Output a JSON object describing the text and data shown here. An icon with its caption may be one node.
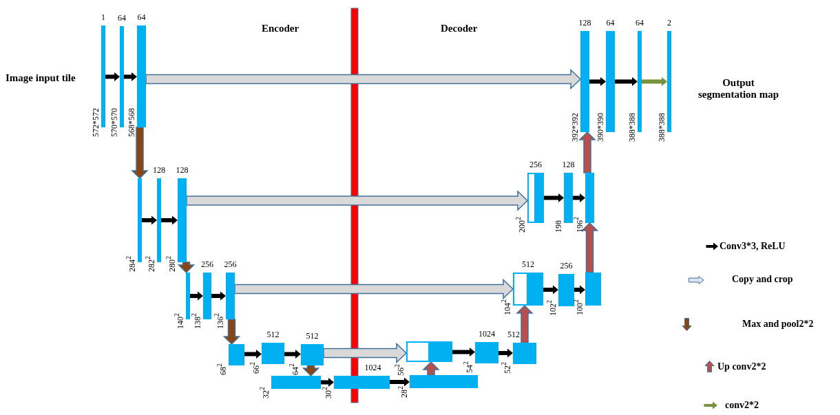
{
  "diagram": {
    "nodes": [
      {
        "text": [],
        "shape": "bar",
        "beside": [
          "1",
          "572*572"
        ]
      },
      {
        "text": [],
        "shape": "bar",
        "beside": [
          "64",
          "570*570"
        ]
      },
      {
        "text": [],
        "shape": "bar",
        "beside": [
          "64",
          "568*568"
        ]
      },
      {
        "text": [],
        "shape": "bar",
        "beside": [
          "128",
          "392*392"
        ]
      },
      {
        "text": [],
        "shape": "bar",
        "beside": [
          "64",
          "390*390"
        ]
      },
      {
        "text": [],
        "shape": "bar",
        "beside": [
          "64",
          "388*388"
        ]
      },
      {
        "text": [],
        "shape": "bar",
        "beside": [
          "2",
          "388*388"
        ]
      },
      {
        "text": [],
        "shape": "bar",
        "beside": [
          "284$^{2}$"
        ]
      },
      {
        "text": [],
        "shape": "bar",
        "beside": [
          "128",
          "282$^{2}$"
        ]
      },
      {
        "text": [],
        "shape": "bar",
        "beside": [
          "128",
          "280$^{2}$"
        ]
      },
      {
        "text": [],
        "shape": "bar",
        "beside": [
          "256",
          "200$^{2}$"
        ]
      },
      {
        "text": [],
        "shape": "bar",
        "beside": [
          "128",
          "198"
        ]
      },
      {
        "text": [],
        "shape": "bar",
        "beside": [
          "196$^{2}$"
        ]
      },
      {
        "text": [],
        "shape": "bar",
        "beside": [
          "140$^{2}$"
        ]
      },
      {
        "text": [],
        "shape": "bar",
        "beside": [
          "256",
          "138$^{2}$"
        ]
      },
      {
        "text": [],
        "shape": "bar",
        "beside": [
          "256",
          "136$^{2}$"
        ]
      },
      {
        "text": [],
        "shape": "bar",
        "beside": [
          "512",
          "104$^{2}$"
        ]
      },
      {
        "text": [],
        "shape": "bar",
        "beside": [
          "256",
          "102$^{2}$"
        ]
      },
      {
        "text": [],
        "shape": "bar",
        "beside": [
          "100$^{2}$"
        ]
      },
      {
        "text": [],
        "shape": "bar",
        "beside": [
          "68$^{2}$"
        ]
      },
      {
        "text": [],
        "shape": "bar",
        "beside": [
          "512",
          "66$^{2}$"
        ]
      },
      {
        "text": [],
        "shape": "bar",
        "beside": [
          "512",
          "64$^{2}$"
        ]
      },
      {
        "text": [],
        "shape": "bar",
        "beside": [
          "56$^{2}$"
        ]
      },
      {
        "text": [],
        "shape": "bar",
        "beside": [
          "1024",
          "54$^{2}$"
        ]
      },
      {
        "text": [],
        "shape": "bar",
        "beside": [
          "512",
          "52$^{2}$"
        ]
      },
      {
        "text": [],
        "shape": "bar",
        "beside": [
          "32$^{2}$"
        ]
      },
      {
        "text": [],
        "shape": "bar",
        "beside": [
          "1024",
          "30$^{2}$"
        ]
      },
      {
        "text": [],
        "shape": "bar",
        "beside": [
          "28$^{2}$"
        ]
      }
    ],
    "edges": [
      {
        "from": 0,
        "to": 1,
        "arrow": "to"
      },
      {
        "from": 1,
        "to": 2,
        "arrow": "to"
      },
      {
        "from": 2,
        "to": 3,
        "arrow": "to",
        "style": "thick",
        "color": "#d9d9d9"
      },
      {
        "from": 3,
        "to": 4,
        "arrow": "to"
      },
      {
        "from": 4,
        "to": 5,
        "arrow": "to"
      },
      {
        "from": 5,
        "to": 6,
        "arrow": "to",
        "color": "#77933c"
      },
      {
        "from": 2,
        "to": 7,
        "arrow": "to",
        "style": "thick",
        "color": "#8b4513"
      },
      {
        "from": 7,
        "to": 8,
        "arrow": "to"
      },
      {
        "from": 8,
        "to": 9,
        "arrow": "to"
      },
      {
        "from": 9,
        "to": 10,
        "arrow": "to",
        "style": "thick",
        "color": "#d9d9d9"
      },
      {
        "from": 12,
        "to": 3,
        "arrow": "to",
        "style": "thick",
        "color": "#b5504d"
      },
      {
        "from": 10,
        "to": 11,
        "arrow": "to"
      },
      {
        "from": 11,
        "to": 12,
        "arrow": "to"
      },
      {
        "from": 9,
        "to": 13,
        "arrow": "to",
        "style": "thick",
        "color": "#8b4513"
      },
      {
        "from": 13,
        "to": 14,
        "arrow": "to"
      },
      {
        "from": 14,
        "to": 15,
        "arrow": "to"
      },
      {
        "from": 15,
        "to": 16,
        "arrow": "to",
        "style": "thick",
        "color": "#d9d9d9"
      },
      {
        "from": 18,
        "to": 12,
        "arrow": "to",
        "style": "thick",
        "color": "#b5504d"
      },
      {
        "from": 16,
        "to": 17,
        "arrow": "to"
      },
      {
        "from": 17,
        "to": 18,
        "arrow": "to"
      },
      {
        "from": 15,
        "to": 19,
        "arrow": "to",
        "style": "thick",
        "color": "#8b4513"
      },
      {
        "from": 19,
        "to": 20,
        "arrow": "to"
      },
      {
        "from": 20,
        "to": 21,
        "arrow": "to"
      },
      {
        "from": 21,
        "to": 22,
        "arrow": "to",
        "style": "thick",
        "color": "#d9d9d9"
      },
      {
        "from": 24,
        "to": 16,
        "arrow": "to",
        "style": "thick",
        "color": "#b5504d"
      },
      {
        "from": 22,
        "to": 23,
        "arrow": "to"
      },
      {
        "from": 23,
        "to": 24,
        "arrow": "to"
      },
      {
        "from": 21,
        "to": 25,
        "arrow": "to",
        "style": "thick",
        "color": "#8b4513"
      },
      {
        "from": 25,
        "to": 26,
        "arrow": "to"
      },
      {
        "from": 26,
        "to": 27,
        "arrow": "to"
      },
      {
        "from": 27,
        "to": 22,
        "arrow": "to",
        "style": "thick",
        "color": "#b5504d"
      }
    ],
    "labels": [
      "Encoder",
      "Decoder",
      "Image input tile",
      "Output segmentation map"
    ],
    "legend": [
      {
        "text": "Conv3*3, ReLU"
      },
      {
        "text": "Copy and crop"
      },
      {
        "text": "Max and pool2*2"
      },
      {
        "text": "Up conv2*2"
      },
      {
        "text": "conv2*2"
      }
    ]
  }
}
